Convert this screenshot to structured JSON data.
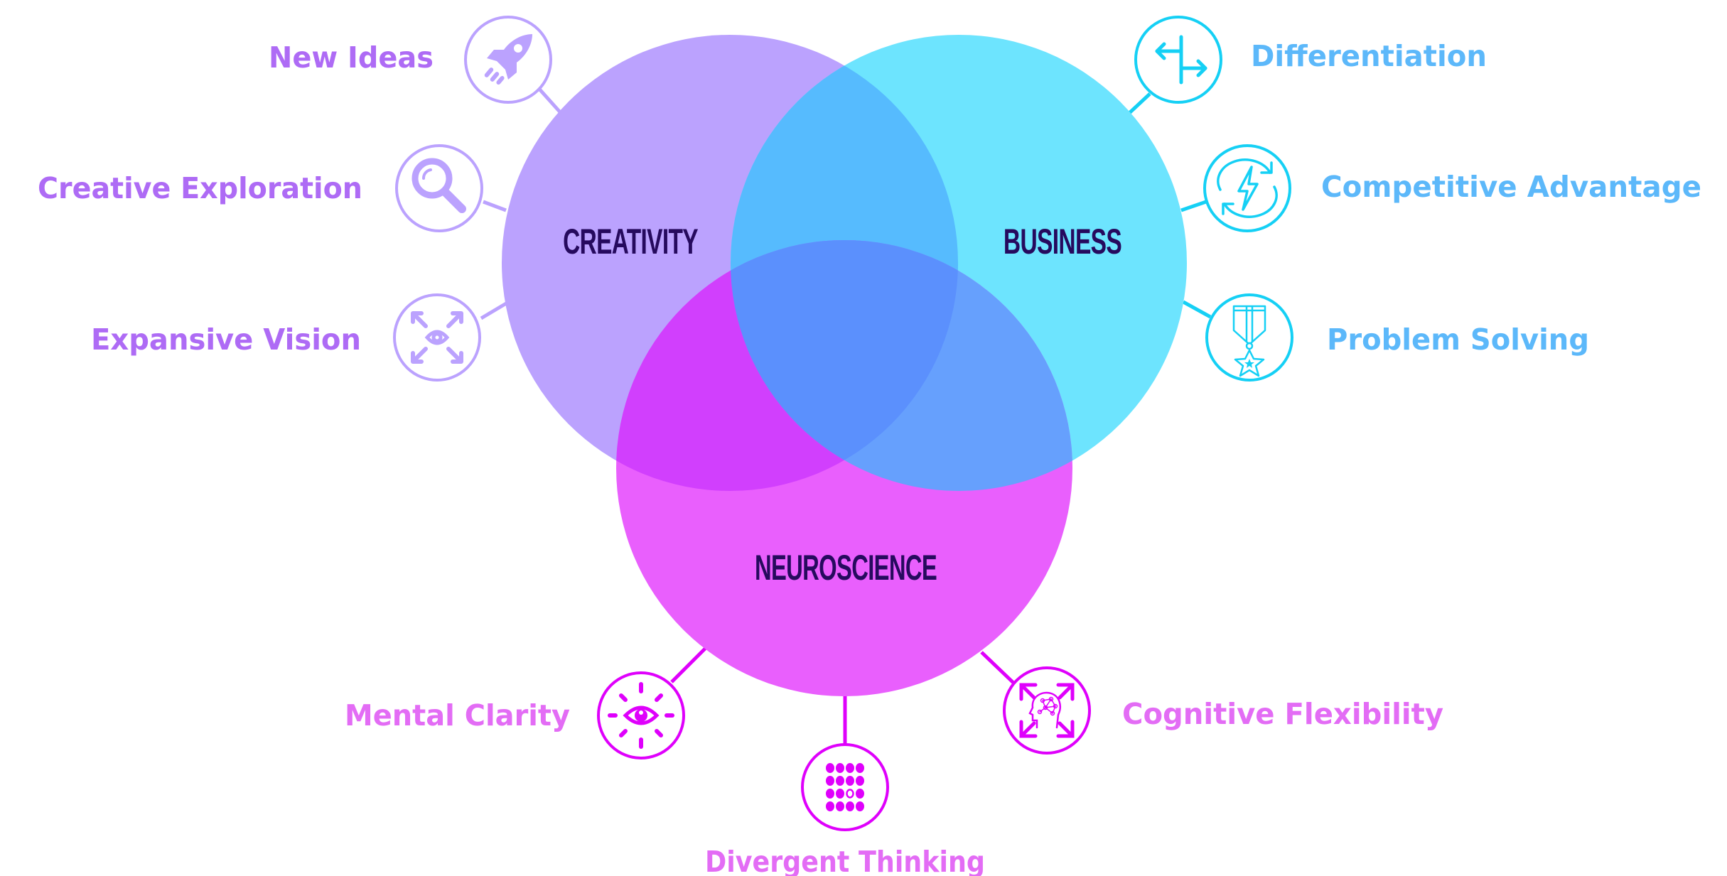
{
  "colors": {
    "creativity": "#bba2fe",
    "business": "#6de4fe",
    "neuroscience": "#e95ffd",
    "creativity_business": "#56bbfe",
    "creativity_neuroscience": "#d13ffd",
    "business_neuroscience": "#66a0fd",
    "all_three": "#5b90fd",
    "core_label": "#260a5e",
    "creativity_label": "#ae6bf5",
    "business_label": "#5cb8fa",
    "neuroscience_label": "#e36cf5",
    "creativity_icon": "#bba2fe",
    "business_icon": "#15d0f5",
    "neuroscience_icon": "#df00fc"
  },
  "sets": [
    {
      "id": "creativity",
      "label": "CREATIVITY"
    },
    {
      "id": "business",
      "label": "BUSINESS"
    },
    {
      "id": "neuroscience",
      "label": "NEUROSCIENCE"
    }
  ],
  "creativity_items": [
    {
      "label": "New Ideas",
      "icon": "rocket-icon"
    },
    {
      "label": "Creative Exploration",
      "icon": "magnifier-icon"
    },
    {
      "label": "Expansive Vision",
      "icon": "expand-eye-icon"
    }
  ],
  "business_items": [
    {
      "label": "Differentiation",
      "icon": "split-arrows-icon"
    },
    {
      "label": "Competitive Advantage",
      "icon": "lightning-cycle-icon"
    },
    {
      "label": "Problem Solving",
      "icon": "medal-icon"
    }
  ],
  "neuroscience_items": [
    {
      "label": "Mental Clarity",
      "icon": "radiant-eye-icon"
    },
    {
      "label": "Divergent Thinking",
      "icon": "dot-grid-icon"
    },
    {
      "label": "Cognitive Flexibility",
      "icon": "brain-head-icon"
    }
  ]
}
